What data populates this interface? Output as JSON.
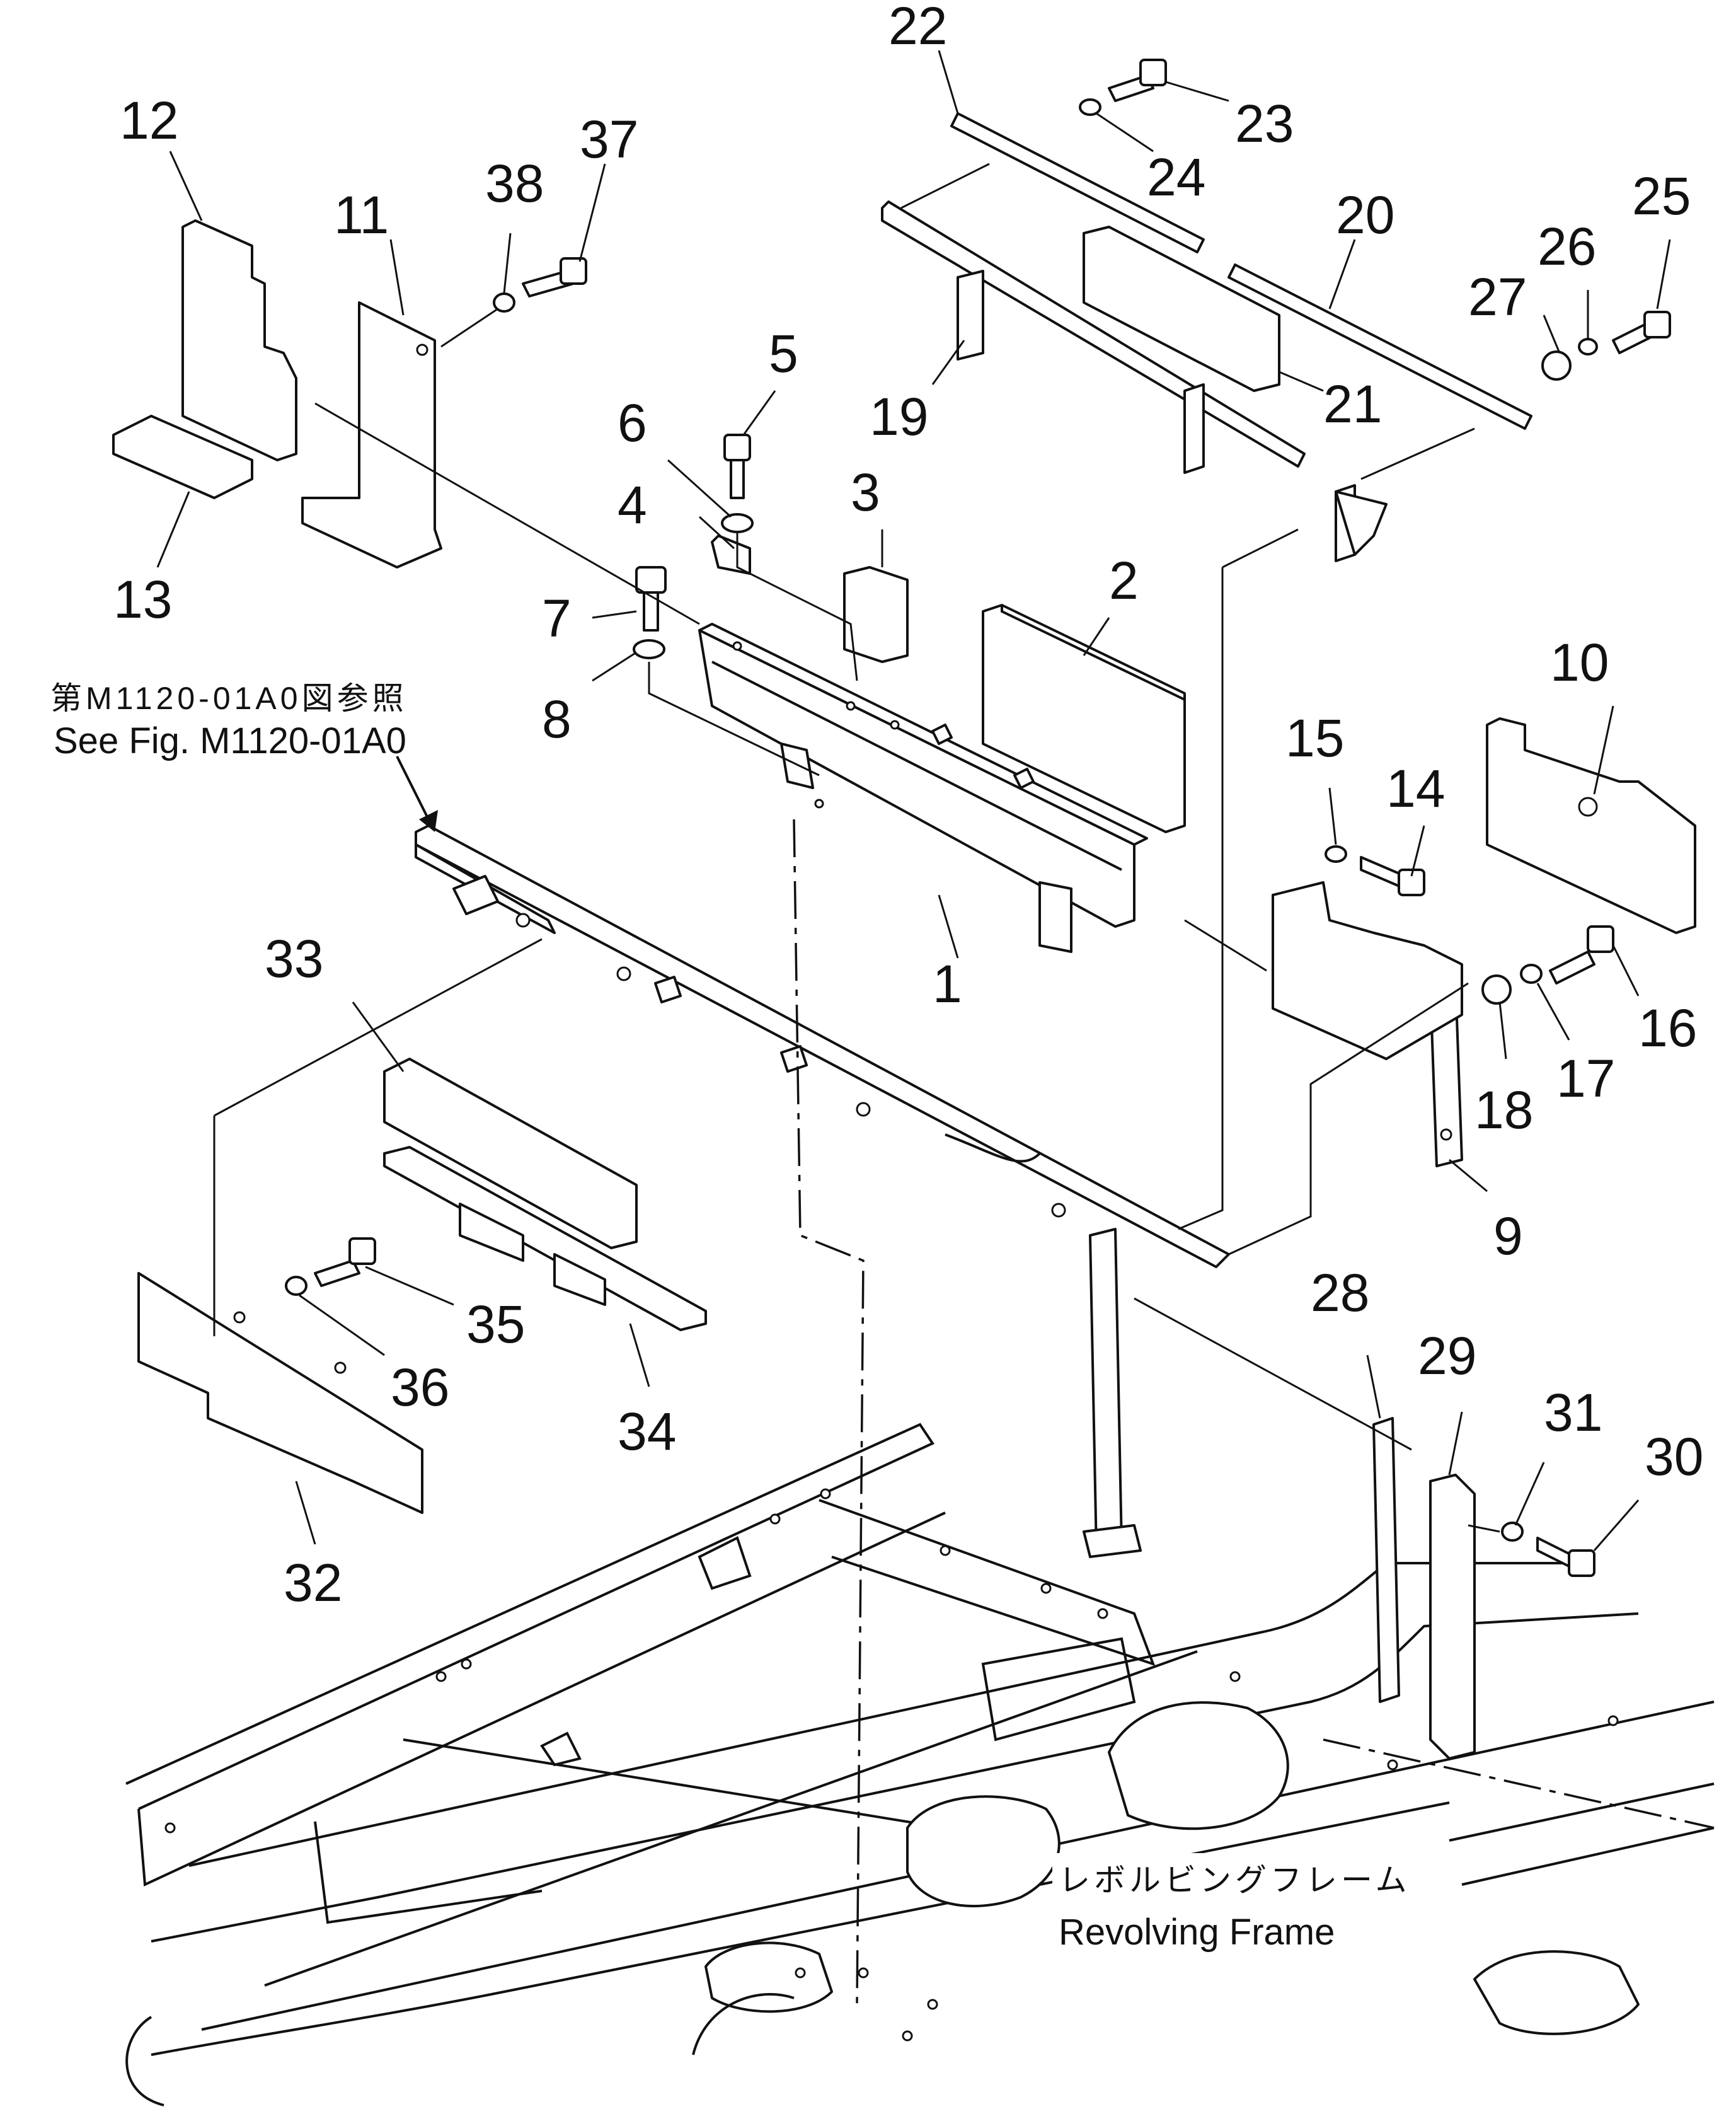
{
  "figure": {
    "part_numbers": [
      "1",
      "2",
      "3",
      "4",
      "5",
      "6",
      "7",
      "8",
      "9",
      "10",
      "11",
      "12",
      "13",
      "14",
      "15",
      "16",
      "17",
      "18",
      "19",
      "20",
      "21",
      "22",
      "23",
      "24",
      "25",
      "26",
      "27",
      "28",
      "29",
      "30",
      "31",
      "32",
      "33",
      "34",
      "35",
      "36",
      "37",
      "38"
    ],
    "reference_note": {
      "japanese": "第M1120-01A0図参照",
      "english": "See Fig. M1120-01A0"
    },
    "frame_label": {
      "japanese": "レボルビングフレーム",
      "english": "Revolving Frame"
    }
  }
}
